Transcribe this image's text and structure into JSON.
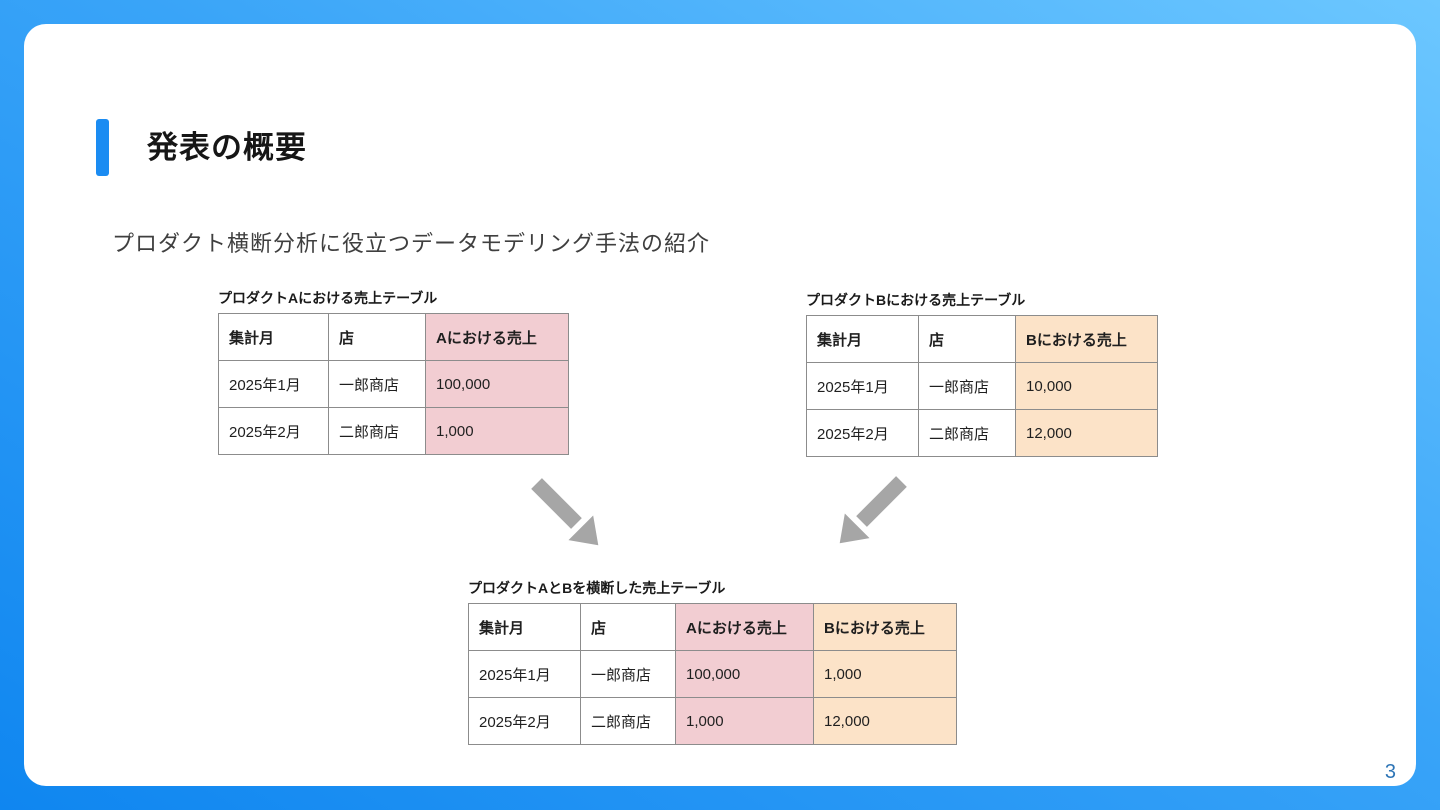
{
  "header": {
    "title": "発表の概要"
  },
  "lead": "プロダクト横断分析に役立つデータモデリング手法の紹介",
  "tables": {
    "a": {
      "caption": "プロダクトAにおける売上テーブル",
      "headers": [
        "集計月",
        "店",
        "Aにおける売上"
      ],
      "rows": [
        [
          "2025年1月",
          "一郎商店",
          "100,000"
        ],
        [
          "2025年2月",
          "二郎商店",
          "1,000"
        ]
      ]
    },
    "b": {
      "caption": "プロダクトBにおける売上テーブル",
      "headers": [
        "集計月",
        "店",
        "Bにおける売上"
      ],
      "rows": [
        [
          "2025年1月",
          "一郎商店",
          "10,000"
        ],
        [
          "2025年2月",
          "二郎商店",
          "12,000"
        ]
      ]
    },
    "merged": {
      "caption": "プロダクトAとBを横断した売上テーブル",
      "headers": [
        "集計月",
        "店",
        "Aにおける売上",
        "Bにおける売上"
      ],
      "rows": [
        [
          "2025年1月",
          "一郎商店",
          "100,000",
          "1,000"
        ],
        [
          "2025年2月",
          "二郎商店",
          "1,000",
          "12,000"
        ]
      ]
    }
  },
  "footer": {
    "page_number": "3"
  },
  "colors": {
    "accent_blue": "#1b8cf2",
    "background_gradient_start": "#0f86f0",
    "background_gradient_end": "#6cc7ff",
    "highlight_product_a": "#f2cdd2",
    "highlight_product_b": "#fce3c8",
    "arrow_gray": "#a6a6a6",
    "page_number_blue": "#2e75b6"
  }
}
